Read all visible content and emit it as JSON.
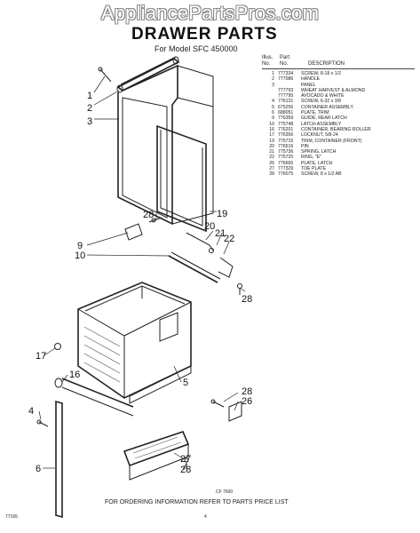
{
  "watermark": "AppliancePartsPros.com",
  "title": "DRAWER PARTS",
  "subtitle": "For Model SFC 450000",
  "table": {
    "headers": {
      "illus_no": "Illus.\nNo.",
      "part_no": "Part\nNo.",
      "description": "DESCRIPTION"
    },
    "rows": [
      {
        "illus": "1",
        "part": "777334",
        "desc": "SCREW, 8-18 x 1/2"
      },
      {
        "illus": "2",
        "part": "777086",
        "desc": "HANDLE"
      },
      {
        "illus": "3",
        "part": "",
        "desc": "PANEL"
      },
      {
        "illus": "",
        "part": "777793",
        "desc": "WHEAT HARVEST & ALMOND"
      },
      {
        "illus": "",
        "part": "777795",
        "desc": "AVOCADO & WHITE"
      },
      {
        "illus": "4",
        "part": "776131",
        "desc": "SCREW, 6-32 x 3/8"
      },
      {
        "illus": "5",
        "part": "675256",
        "desc": "CONTAINER ASSEMBLY"
      },
      {
        "illus": "6",
        "part": "688051",
        "desc": "PLATE, TRIM"
      },
      {
        "illus": "9",
        "part": "776359",
        "desc": "GUIDE, REAR LATCH"
      },
      {
        "illus": "10",
        "part": "775748",
        "desc": "LATCH ASSEMBLY"
      },
      {
        "illus": "16",
        "part": "776201",
        "desc": "CONTAINER, BEARING ROLLER"
      },
      {
        "illus": "17",
        "part": "776356",
        "desc": "LOCKNUT, 5/8-24"
      },
      {
        "illus": "19",
        "part": "775715",
        "desc": "TRIM, CONTAINER (FRONT)"
      },
      {
        "illus": "20",
        "part": "776516",
        "desc": "PIN"
      },
      {
        "illus": "21",
        "part": "775736",
        "desc": "SPRING, LATCH"
      },
      {
        "illus": "22",
        "part": "775725",
        "desc": "RING, \"E\""
      },
      {
        "illus": "26",
        "part": "776665",
        "desc": "PLATE, LATCH"
      },
      {
        "illus": "27",
        "part": "777329",
        "desc": "TOE PLATE"
      },
      {
        "illus": "28",
        "part": "776075",
        "desc": "SCREW, 8 x 1/2 AB"
      }
    ]
  },
  "callouts": {
    "c1": "1",
    "c2": "2",
    "c3": "3",
    "c28a": "28",
    "c19": "19",
    "c20": "20",
    "c21": "21",
    "c22": "22",
    "c9": "9",
    "c10": "10",
    "c28b": "28",
    "c17": "17",
    "c5": "5",
    "c28c": "28",
    "c26": "26",
    "c16": "16",
    "c4": "4",
    "c27": "27",
    "c28d": "28",
    "c6": "6"
  },
  "figure_no": "CF 7600",
  "footer": "FOR ORDERING INFORMATION REFER TO PARTS PRICE LIST",
  "doc_no": "77165",
  "page_no": "4"
}
